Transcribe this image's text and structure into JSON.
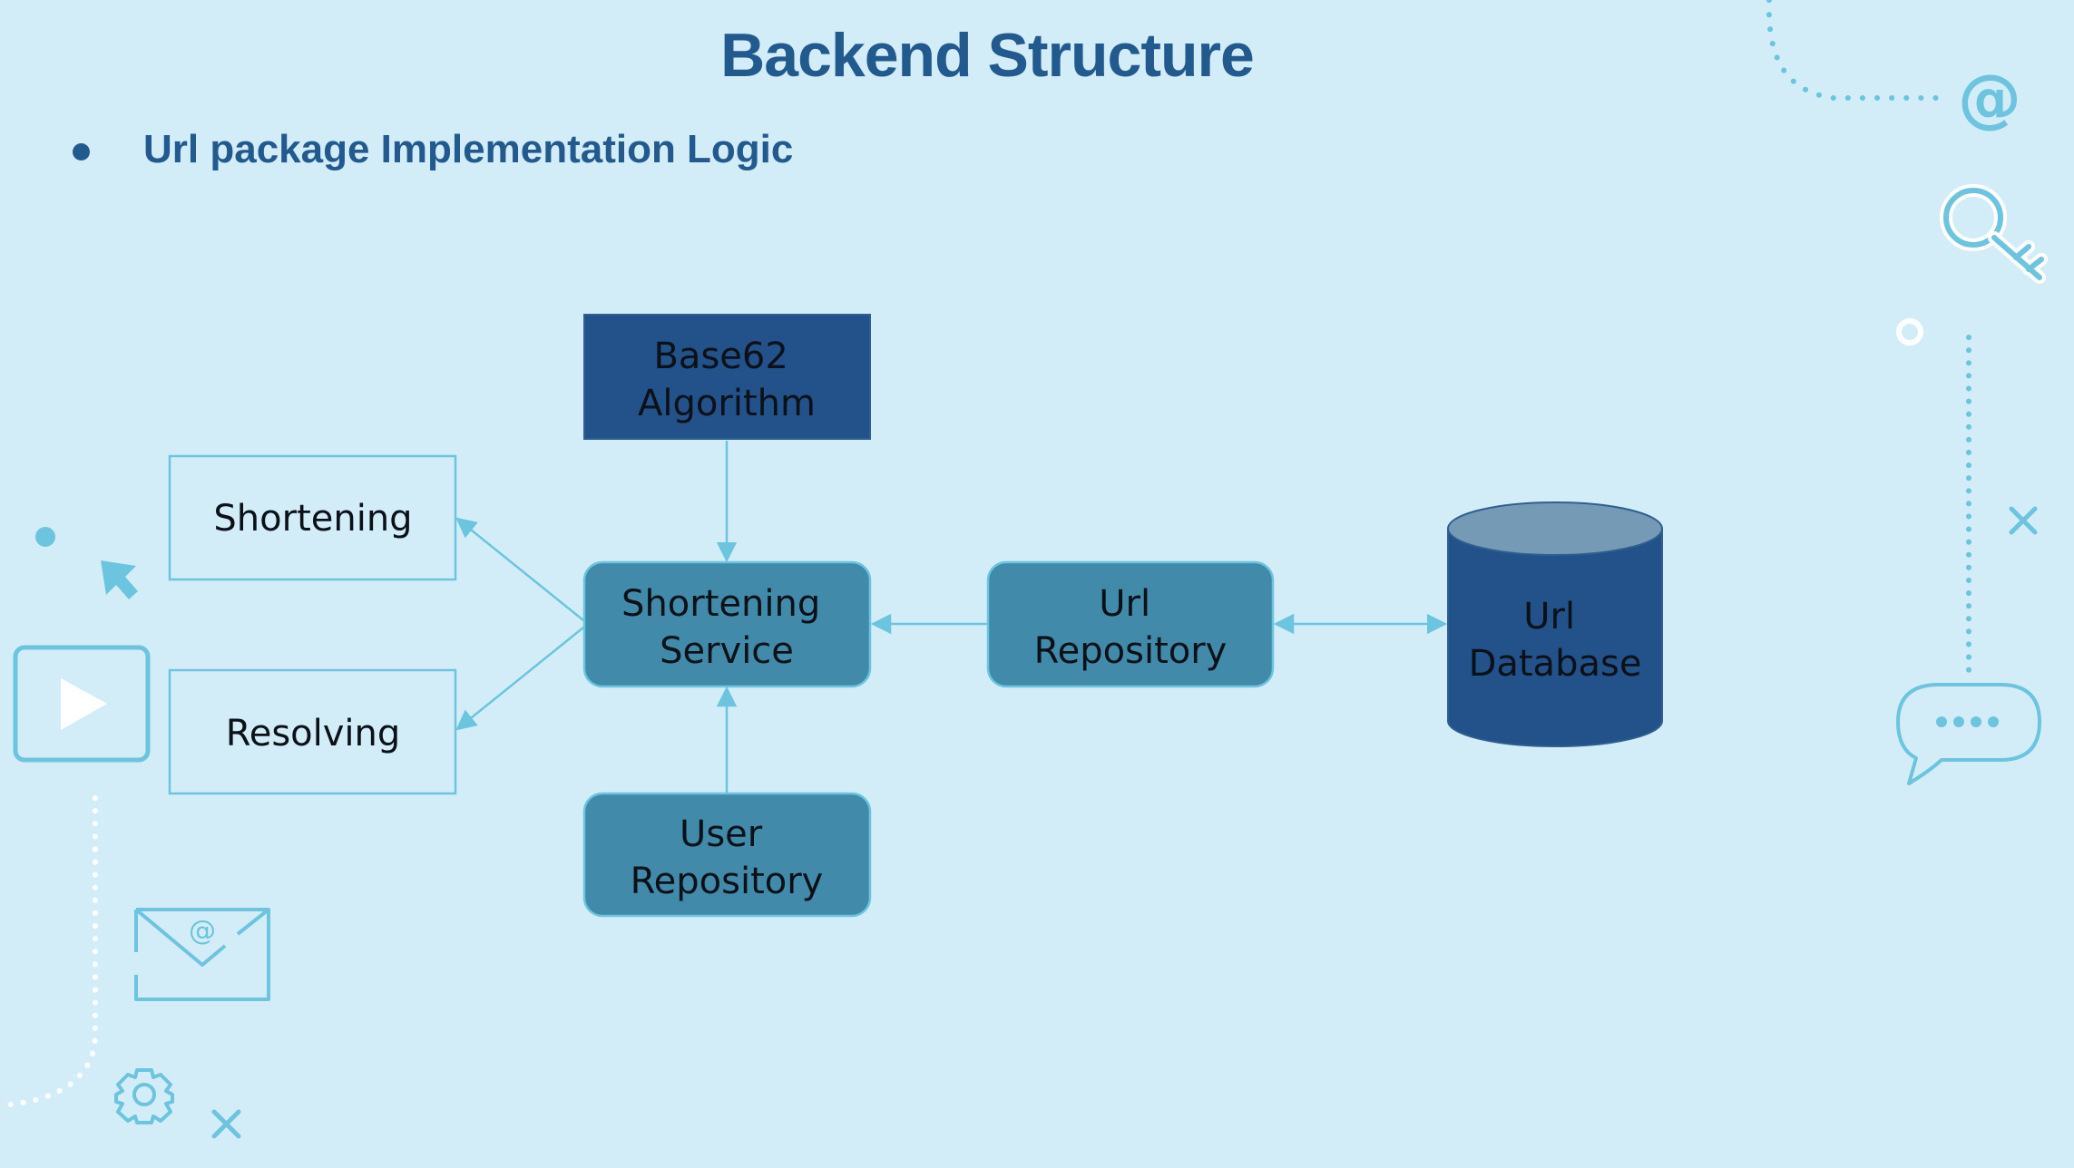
{
  "slide": {
    "title": "Backend Structure",
    "bullet": "Url package Implementation Logic"
  },
  "diagram": {
    "nodes": [
      {
        "id": "base62",
        "lines": [
          "Base62",
          "Algorithm"
        ],
        "shape": "rectangle",
        "fill": "#235189"
      },
      {
        "id": "shortening",
        "lines": [
          "Shortening"
        ],
        "shape": "outline-rectangle"
      },
      {
        "id": "resolving",
        "lines": [
          "Resolving"
        ],
        "shape": "outline-rectangle"
      },
      {
        "id": "shortening-service",
        "lines": [
          "Shortening",
          "Service"
        ],
        "shape": "rounded-rectangle",
        "fill": "#418aaa"
      },
      {
        "id": "url-repository",
        "lines": [
          "Url",
          "Repository"
        ],
        "shape": "rounded-rectangle",
        "fill": "#418aaa"
      },
      {
        "id": "user-repository",
        "lines": [
          "User",
          "Repository"
        ],
        "shape": "rounded-rectangle",
        "fill": "#418aaa"
      },
      {
        "id": "url-database",
        "lines": [
          "Url",
          "Database"
        ],
        "shape": "cylinder",
        "fill": "#235189"
      }
    ],
    "edges": [
      {
        "from": "base62",
        "to": "shortening-service"
      },
      {
        "from": "user-repository",
        "to": "shortening-service"
      },
      {
        "from": "url-repository",
        "to": "shortening-service"
      },
      {
        "from": "shortening-service",
        "to": "shortening"
      },
      {
        "from": "shortening-service",
        "to": "resolving"
      },
      {
        "from": "url-repository",
        "to": "url-database",
        "bidirectional": true
      }
    ]
  },
  "decorations": {
    "email_glyph": "@",
    "icons": [
      "at-sign-icon",
      "key-icon",
      "ring-icon",
      "close-x-icon",
      "chat-bubble-icon",
      "cursor-arrow-icon",
      "play-button-icon",
      "envelope-icon",
      "gear-icon"
    ]
  },
  "colors": {
    "background": "#d3edf8",
    "title": "#235a8e",
    "accent": "#6cc4de",
    "dark_node": "#235189",
    "medium_node": "#418aaa"
  }
}
